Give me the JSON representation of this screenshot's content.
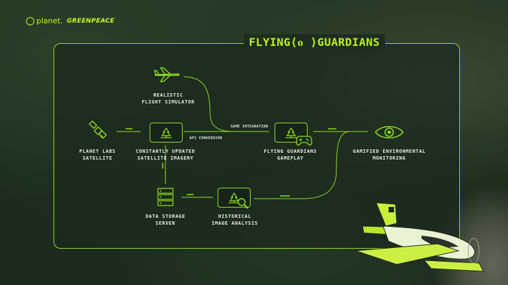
{
  "brand": {
    "planet": "planet.",
    "greenpeace": "GREENPEACE"
  },
  "title": "FLYING⟨ᴏ ⟩GUARDIANS",
  "nodes": {
    "simulator": "REALISTIC\nFLIGHT SIMULATOR",
    "satellite": "PLANET LABS\nSATELLITE",
    "imagery": "CONSTANTLY UPDATED\nSATELLITE IMAGERY",
    "gameplay": "FLYING GUARDIANS\nGAMEPLAY",
    "monitoring": "GAMIFIED ENVIRONMENTAL\nMONITORING",
    "storage": "DATA STORAGE\nSERVER",
    "analysis": "HISTORICAL\nIMAGE ANALYSIS"
  },
  "edges": {
    "api_conversion": "API CONVERSION",
    "game_integration": "GAME INTEGRATION"
  },
  "colors": {
    "accent": "#8fe01d",
    "title": "#b8f51a",
    "text": "#e8ece4"
  },
  "icons": [
    "airplane-icon",
    "satellite-icon",
    "forest-image-icon",
    "gamepad-icon",
    "eye-icon",
    "server-icon",
    "magnifier-icon"
  ]
}
